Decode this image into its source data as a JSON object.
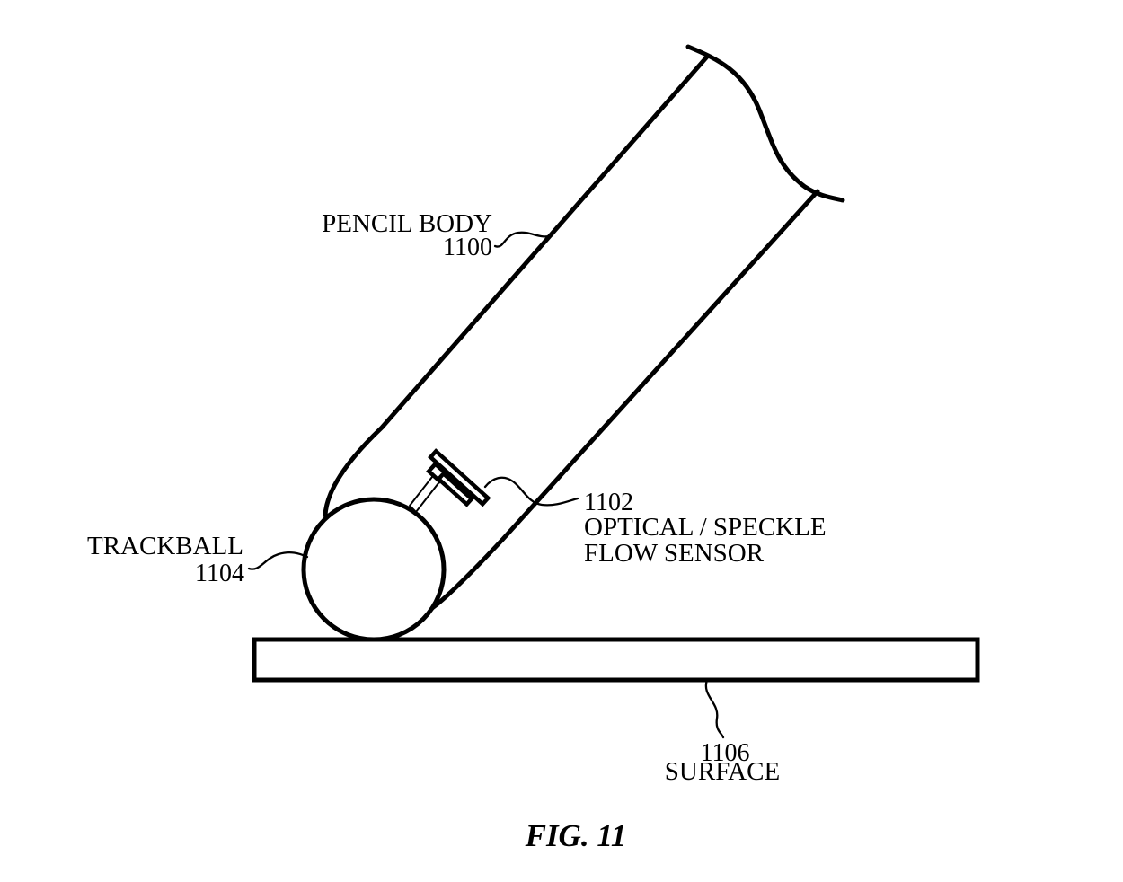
{
  "figure": {
    "caption": "FIG. 11",
    "colors": {
      "background": "#ffffff",
      "ink": "#000000"
    },
    "parts": {
      "pencil_body": {
        "name": "PENCIL BODY",
        "ref": "1100"
      },
      "flow_sensor": {
        "ref": "1102",
        "name_line1": "OPTICAL / SPECKLE",
        "name_line2": "FLOW SENSOR"
      },
      "trackball": {
        "name": "TRACKBALL",
        "ref": "1104"
      },
      "surface": {
        "ref": "1106",
        "name": "SURFACE"
      }
    }
  }
}
